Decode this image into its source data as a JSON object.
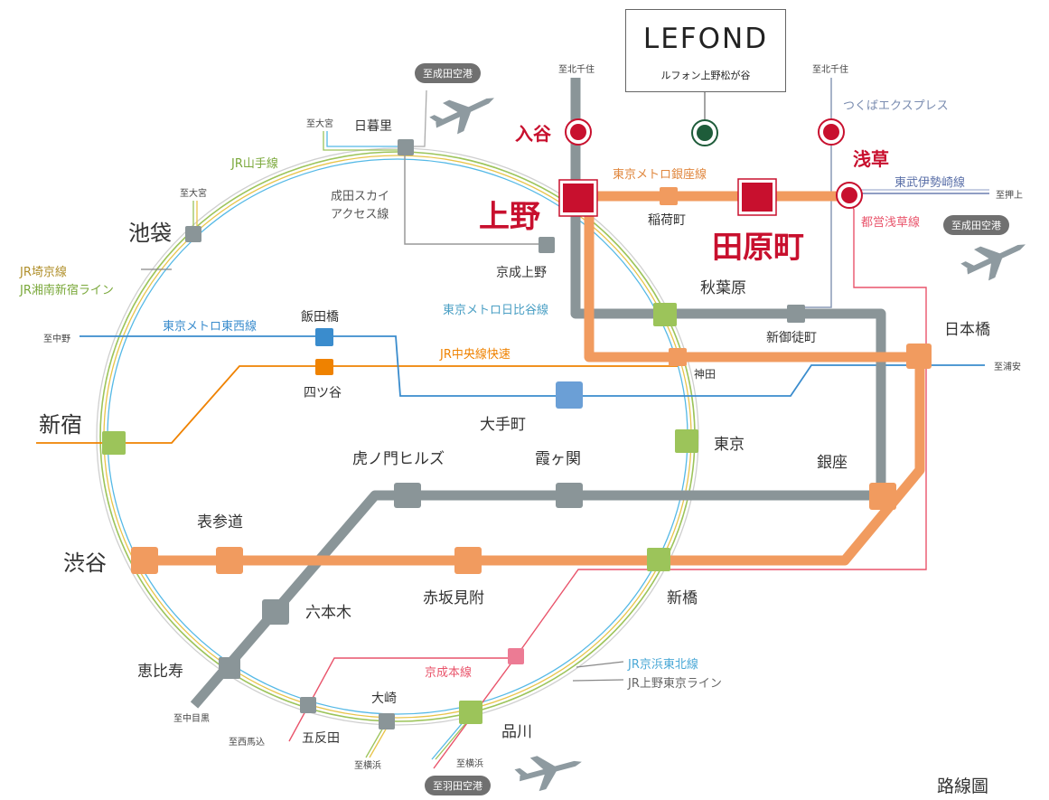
{
  "brand": {
    "logo": "LEFOND",
    "subtitle": "ルフォン上野松が谷"
  },
  "caption": "路線圖",
  "airports": {
    "narita_1": "至成田空港",
    "narita_2": "至成田空港",
    "haneda": "至羽田空港"
  },
  "lines": {
    "yamanote": "JR山手線",
    "saikyo": "JR埼京線",
    "shonan": "JR湘南新宿ライン",
    "tozai": "東京メトロ東西線",
    "chuo": "JR中央線快速",
    "ginza": "東京メトロ銀座線",
    "hibiya": "東京メトロ日比谷線",
    "skyaccess": "成田スカイ\nアクセス線",
    "tx": "つくばエクスプレス",
    "tobu": "東武伊勢崎線",
    "asakusa": "都営浅草線",
    "keisei": "京成本線",
    "keihin": "JR京浜東北線",
    "ueno_tokyo": "JR上野東京ライン"
  },
  "directions": {
    "omiya_1": "至大宮",
    "omiya_2": "至大宮",
    "kitasenju_1": "至北千住",
    "kitasenju_2": "至北千住",
    "oshiage": "至押上",
    "nakano": "至中野",
    "urayasu": "至浦安",
    "nakameguro": "至中目黒",
    "nishimagome": "至西馬込",
    "yokohama_1": "至横浜",
    "yokohama_2": "至横浜"
  },
  "stations": {
    "iriya": "入谷",
    "ueno": "上野",
    "tawaramachi": "田原町",
    "asakusa": "浅草",
    "inaricho": "稲荷町",
    "nippori": "日暮里",
    "ikebukuro": "池袋",
    "keisei_ueno": "京成上野",
    "akihabara": "秋葉原",
    "shinokachimachi": "新御徒町",
    "nihonbashi": "日本橋",
    "iidabashi": "飯田橋",
    "yotsuya": "四ツ谷",
    "kanda": "神田",
    "shinjuku": "新宿",
    "otemachi": "大手町",
    "tokyo": "東京",
    "ginza": "銀座",
    "toranomon": "虎ノ門ヒルズ",
    "kasumigaseki": "霞ヶ関",
    "omotesando": "表参道",
    "shibuya": "渋谷",
    "shimbashi": "新橋",
    "roppongi": "六本木",
    "akasakamitsuke": "赤坂見附",
    "ebisu": "恵比寿",
    "osaki": "大崎",
    "gotanda": "五反田",
    "shinagawa": "品川"
  },
  "colors": {
    "ginza": "#f19b5f",
    "hibiya": "#8a9598",
    "yamanote": "#9cc45a",
    "chuo": "#ef8200",
    "tozai": "#3a8ccd",
    "asakusa": "#e9546b",
    "accent_red": "#c8102e",
    "keihin": "#55b9e6",
    "tx": "#8a9ab5"
  }
}
